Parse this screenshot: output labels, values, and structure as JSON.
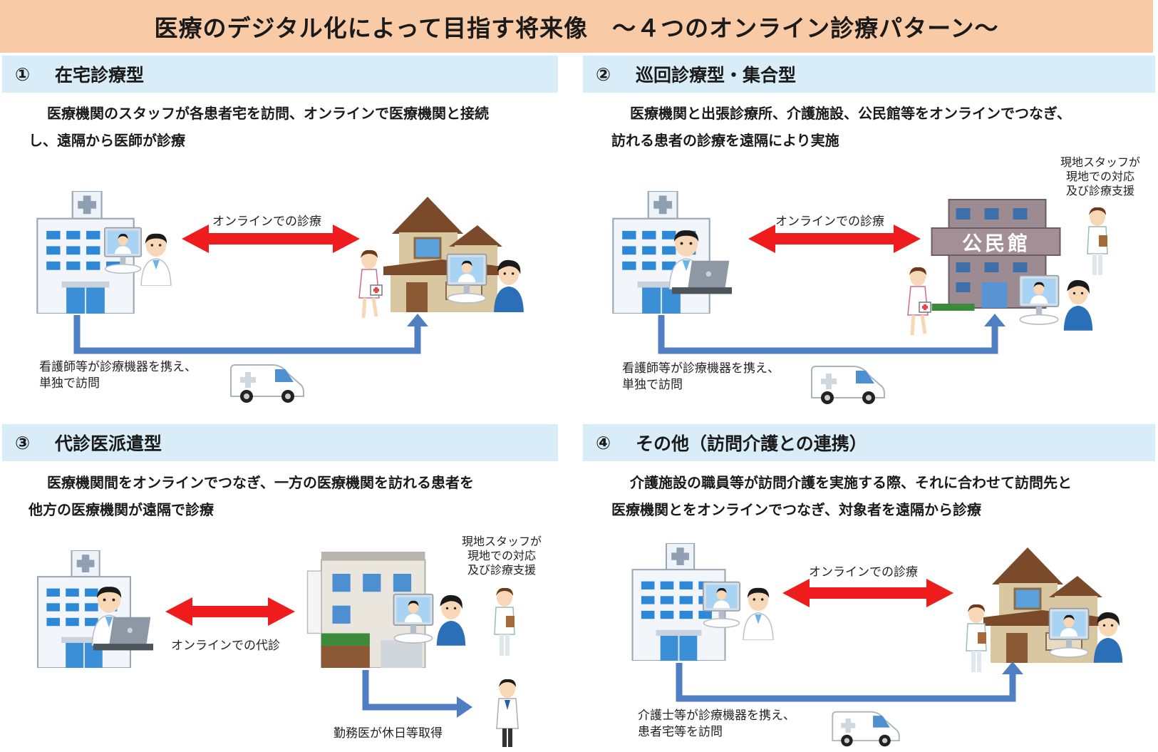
{
  "title": "医療のデジタル化によって目指す将来像　～４つのオンライン診療パターン～",
  "colors": {
    "title_bg": "#f8cba6",
    "section_bg": "#d9edf8",
    "arrow_red": "#ee1c1c",
    "arrow_blue": "#4f7ec2"
  },
  "sections": [
    {
      "number": "①",
      "name": "在宅診療型",
      "desc_line1": "医療機関のスタッフが各患者宅を訪問、オンラインで医療機関と接続",
      "desc_line2": "し、遠隔から医師が診療",
      "online_label": "オンラインでの診療",
      "route_label_line1": "看護師等が診療機器を携え、",
      "route_label_line2": "単独で訪問"
    },
    {
      "number": "②",
      "name": "巡回診療型・集合型",
      "desc_line1": "医療機関と出張診療所、介護施設、公民館等をオンラインでつなぎ、",
      "desc_line2": "訪れる患者の診療を遠隔により実施",
      "online_label": "オンラインでの診療",
      "route_label_line1": "看護師等が診療機器を携え、",
      "route_label_line2": "単独で訪問",
      "staff_label_line1": "現地スタッフが",
      "staff_label_line2": "現地での対応",
      "staff_label_line3": "及び診療支援",
      "building_sign": "公民館"
    },
    {
      "number": "③",
      "name": "代診医派遣型",
      "desc_line1": "医療機関間をオンラインでつなぎ、一方の医療機関を訪れる患者を",
      "desc_line2": "他方の医療機関が遠隔で診療",
      "online_label": "オンラインでの代診",
      "route_label_line1": "勤務医が休日等取得",
      "staff_label_line1": "現地スタッフが",
      "staff_label_line2": "現地での対応",
      "staff_label_line3": "及び診療支援"
    },
    {
      "number": "④",
      "name": "その他（訪問介護との連携）",
      "desc_line1": "介護施設の職員等が訪問介護を実施する際、それに合わせて訪問先と",
      "desc_line2": "医療機関とをオンラインでつなぎ、対象者を遠隔から診療",
      "online_label": "オンラインでの診療",
      "route_label_line1": "介護士等が診療機器を携え、",
      "route_label_line2": "患者宅等を訪問"
    }
  ]
}
